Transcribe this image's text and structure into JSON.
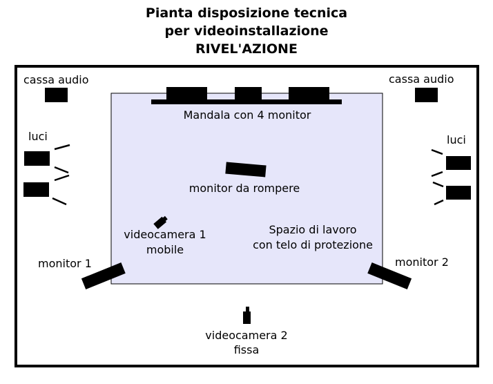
{
  "title": {
    "line1": "Pianta disposizione tecnica",
    "line2": "per videoinstallazione",
    "line3": "RIVEL'AZIONE"
  },
  "labels": {
    "speaker_left": "cassa audio",
    "speaker_right": "cassa audio",
    "lights_left": "luci",
    "lights_right": "luci",
    "mandala": "Mandala con 4 monitor",
    "monitor_break": "monitor da rompere",
    "camera1_line1": "videocamera 1",
    "camera1_line2": "mobile",
    "workspace_line1": "Spazio di lavoro",
    "workspace_line2": "con telo di protezione",
    "monitor1": "monitor 1",
    "monitor2": "monitor 2",
    "camera2_line1": "videocamera 2",
    "camera2_line2": "fissa"
  },
  "colors": {
    "workspace_fill": "#e6e6fa",
    "objects": "#000000",
    "room_border": "#000000"
  }
}
